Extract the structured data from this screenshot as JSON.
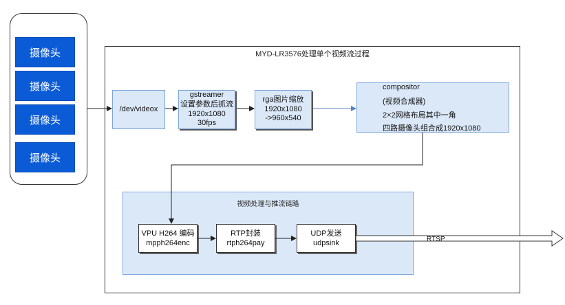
{
  "diagram": {
    "title": "MYD-LR3576处理单个视频流过程",
    "cameras": [
      "摄像头",
      "摄像头",
      "摄像头",
      "摄像头"
    ],
    "nodes": {
      "dev_videox": [
        "/dev/videox"
      ],
      "gstreamer": [
        "gstreamer",
        "设置参数后抓流",
        "1920x1080",
        "30fps"
      ],
      "rga": [
        "rga图片缩放",
        "1920x1080",
        "->960x540"
      ],
      "compositor": [
        "compositor",
        "(视频合成器)",
        "2×2网格布局其中一角",
        "四路摄像头组合成1920x1080"
      ]
    },
    "pipeline": {
      "title": "视频处理与推流链路",
      "vpu": [
        "VPU H264 编码",
        "mpph264enc"
      ],
      "rtp": [
        "RTP封装",
        "rtph264pay"
      ],
      "udp": [
        "UDP发送",
        "udpsink"
      ],
      "output_label": "RTSP"
    }
  }
}
